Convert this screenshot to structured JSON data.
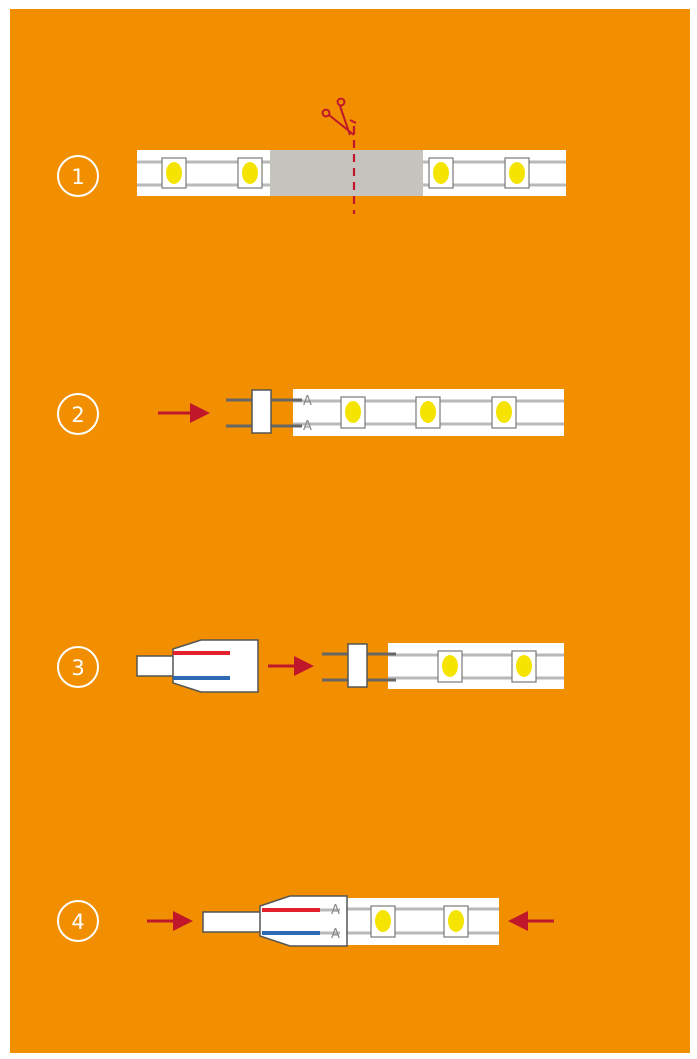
{
  "colors": {
    "background": "#f18f00",
    "strip": "#ffffff",
    "strip_line": "#b9b9b9",
    "led": "#f5e400",
    "led_frame": "#7a7a7a",
    "cut_zone": "#c7c4bf",
    "cut_line": "#c0182a",
    "arrow": "#c0182a",
    "pins": "#666666",
    "wire_positive": "#e2222b",
    "wire_negative": "#2e69b3"
  },
  "steps": [
    {
      "number": "1",
      "icon": "scissors-icon"
    },
    {
      "number": "2",
      "polarity_labels": [
        "A",
        "A"
      ]
    },
    {
      "number": "3"
    },
    {
      "number": "4",
      "polarity_labels": [
        "A",
        "A"
      ]
    }
  ]
}
